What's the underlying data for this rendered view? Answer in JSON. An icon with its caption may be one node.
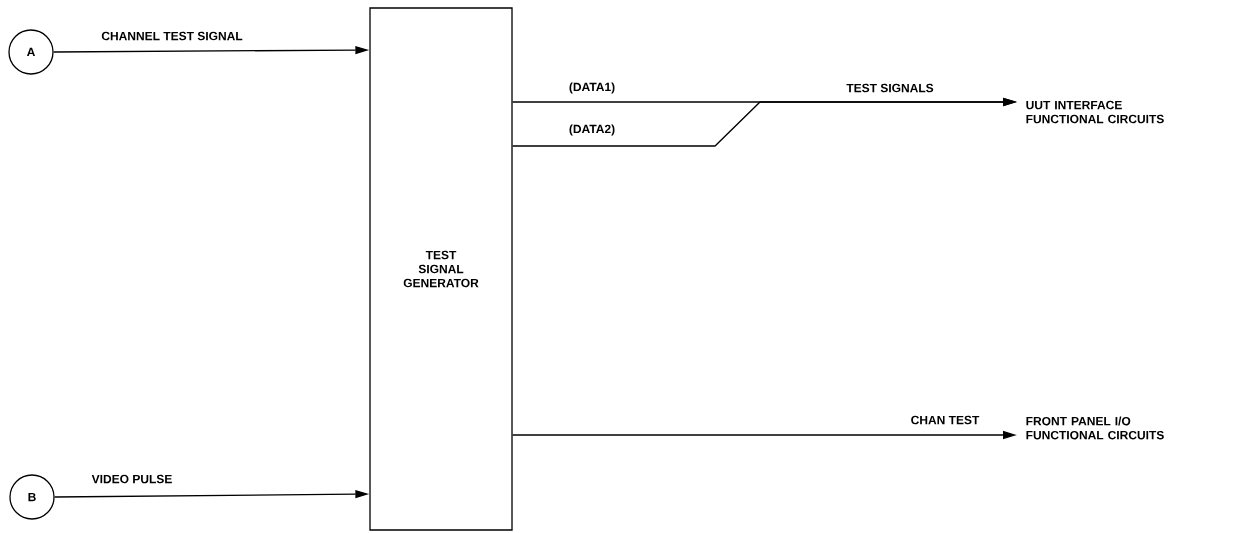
{
  "diagram": {
    "nodes": [
      {
        "text": [
          "A"
        ]
      },
      {
        "text": [
          "B"
        ]
      },
      {
        "text": [
          "TEST SIGNAL GENERATOR"
        ]
      },
      {
        "text": [
          "UUT INTERFACE FUNCTIONAL CIRCUITS"
        ]
      },
      {
        "text": [
          "FRONT PANEL I/O FUNCTIONAL CIRCUITS"
        ]
      }
    ],
    "edges": [
      {
        "from": 0,
        "to": 2,
        "arrow": "to",
        "label": "CHANNEL TEST SIGNAL"
      },
      {
        "from": 1,
        "to": 2,
        "arrow": "to",
        "label": "VIDEO PULSE"
      },
      {
        "from": 2,
        "to": 3,
        "arrow": "to",
        "label": "(DATA1)"
      },
      {
        "from": 2,
        "to": 3,
        "arrow": "to",
        "label": "(DATA2)"
      },
      {
        "from": 2,
        "to": 4,
        "arrow": "to",
        "label": "CHAN TEST"
      }
    ],
    "labels": [
      "TEST SIGNALS"
    ]
  }
}
